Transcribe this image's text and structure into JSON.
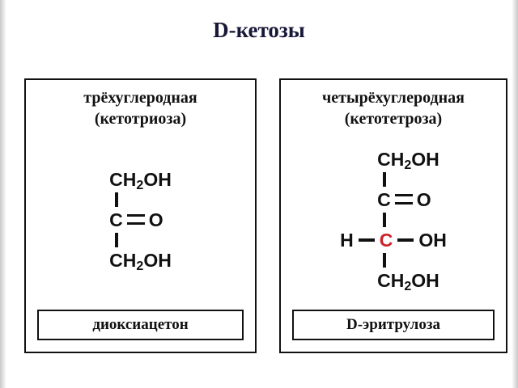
{
  "title": "D-кетозы",
  "colors": {
    "title_text": "#181838",
    "structure_text": "#111111",
    "chiral_carbon_red": "#cc2229",
    "border": "#111111"
  },
  "panels": [
    {
      "id": "triose",
      "header_line1": "трёхуглеродная",
      "header_line2": "(кетотриоза)",
      "label": "диоксиацетон",
      "atoms": {
        "top_pre": "CH",
        "top_sub": "2",
        "top_post": "OH",
        "keto_c": "C",
        "keto_o": "O",
        "bottom_pre": "CH",
        "bottom_sub": "2",
        "bottom_post": "OH"
      }
    },
    {
      "id": "tetrose",
      "header_line1": "четырёхуглеродная",
      "header_line2": "(кетотетроза)",
      "label": "D-эритрулоза",
      "atoms": {
        "top_pre": "CH",
        "top_sub": "2",
        "top_post": "OH",
        "keto_c": "C",
        "keto_o": "O",
        "h_left": "H",
        "chiral_c": "C",
        "oh_right": "OH",
        "bottom_pre": "CH",
        "bottom_sub": "2",
        "bottom_post": "OH"
      }
    }
  ]
}
